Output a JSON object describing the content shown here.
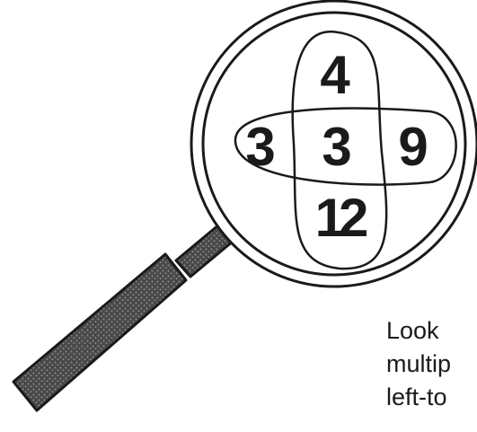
{
  "puzzle": {
    "numbers": {
      "top": "4",
      "left": "3",
      "center": "3",
      "right": "9",
      "bottom": "12"
    }
  },
  "caption": {
    "lines": [
      "Look",
      "multip",
      "left-to"
    ]
  }
}
